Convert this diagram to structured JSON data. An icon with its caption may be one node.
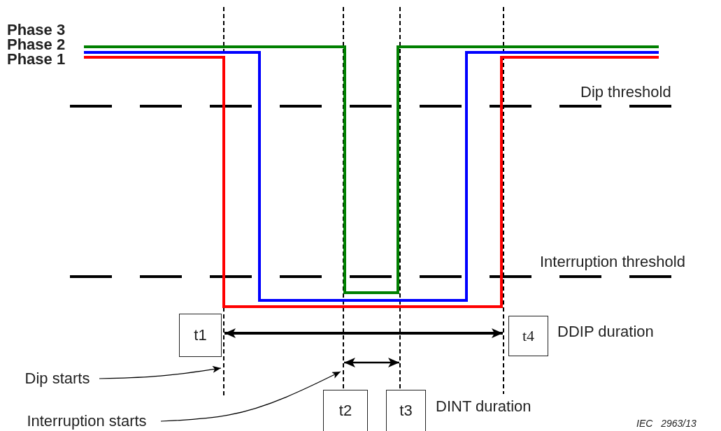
{
  "diagram": {
    "nodes": [
      {
        "text": [
          "t1"
        ]
      },
      {
        "text": [
          "t4"
        ],
        "beside": [
          "DDIP duration"
        ]
      },
      {
        "text": [
          "t2"
        ]
      },
      {
        "text": [
          "t3"
        ],
        "beside": [
          "DINT duration"
        ]
      },
      {
        "text": [
          "Dip starts"
        ]
      },
      {
        "text": [
          "Interruption starts"
        ]
      }
    ],
    "edges": [
      {
        "from": 4,
        "to": 0,
        "arrow": "to"
      },
      {
        "from": 5,
        "to": 2,
        "arrow": "to"
      },
      {
        "from": 0,
        "to": 1,
        "arrow": "both",
        "style": "thick"
      },
      {
        "from": 2,
        "to": 3,
        "arrow": "both"
      }
    ],
    "labels": [
      "Phase 3",
      "Phase 2",
      "Phase 1",
      "Dip threshold",
      "Interruption threshold",
      "IEC 2963/13"
    ]
  }
}
